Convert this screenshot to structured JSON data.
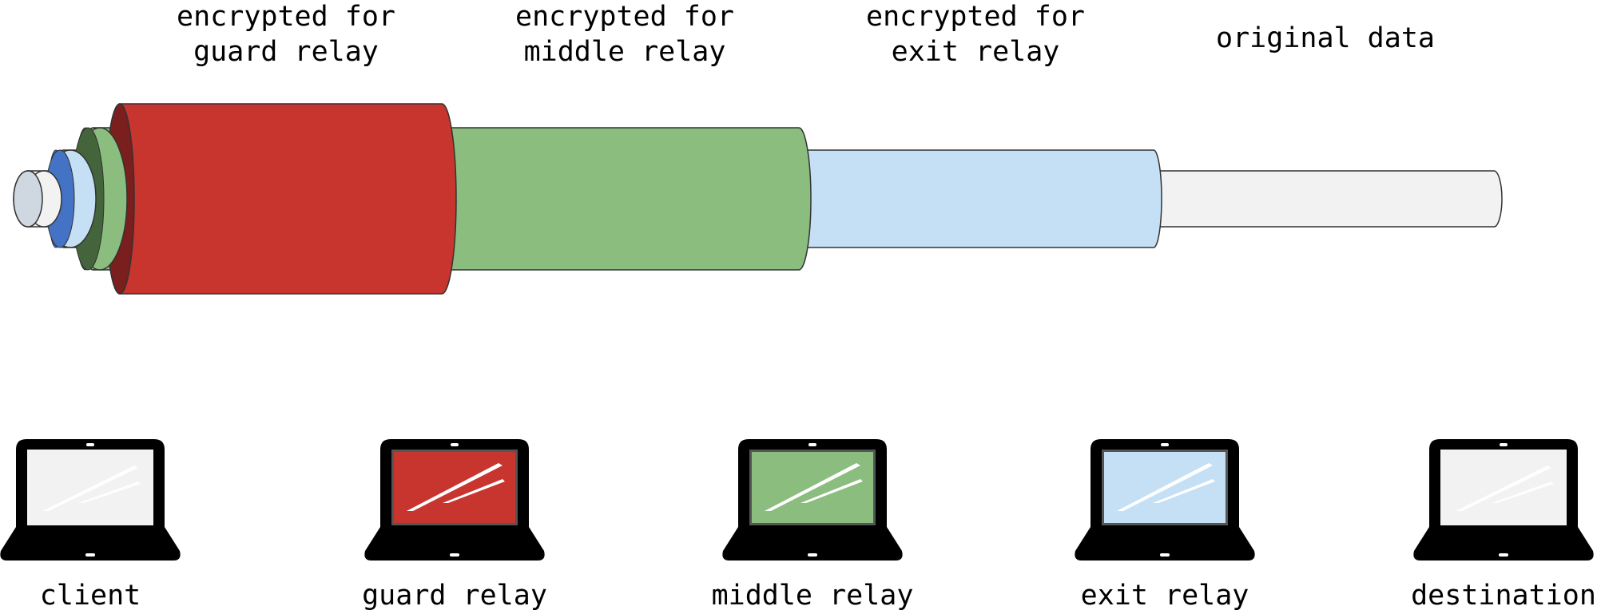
{
  "layer_labels": [
    {
      "line1": "encrypted for",
      "line2": "guard relay"
    },
    {
      "line1": "encrypted for",
      "line2": "middle relay"
    },
    {
      "line1": "encrypted for",
      "line2": "exit relay"
    },
    {
      "line1": "original data",
      "line2": ""
    }
  ],
  "nodes": [
    {
      "label": "client",
      "screen_color": "#f2f2f2",
      "icon": "laptop-icon"
    },
    {
      "label": "guard relay",
      "screen_color": "#c8352e",
      "icon": "laptop-icon"
    },
    {
      "label": "middle relay",
      "screen_color": "#8bbd7f",
      "icon": "laptop-icon"
    },
    {
      "label": "exit relay",
      "screen_color": "#c5e0f5",
      "icon": "laptop-icon"
    },
    {
      "label": "destination",
      "screen_color": "#f2f2f2",
      "icon": "laptop-icon"
    }
  ],
  "colors": {
    "guard": "#c8352e",
    "guard_dark": "#7a1e1e",
    "middle": "#8bbd7f",
    "middle_dark": "#44643b",
    "exit": "#c5e0f5",
    "exit_dark": "#4472c4",
    "data": "#f2f2f2",
    "data_dark": "#cfd8e0"
  }
}
